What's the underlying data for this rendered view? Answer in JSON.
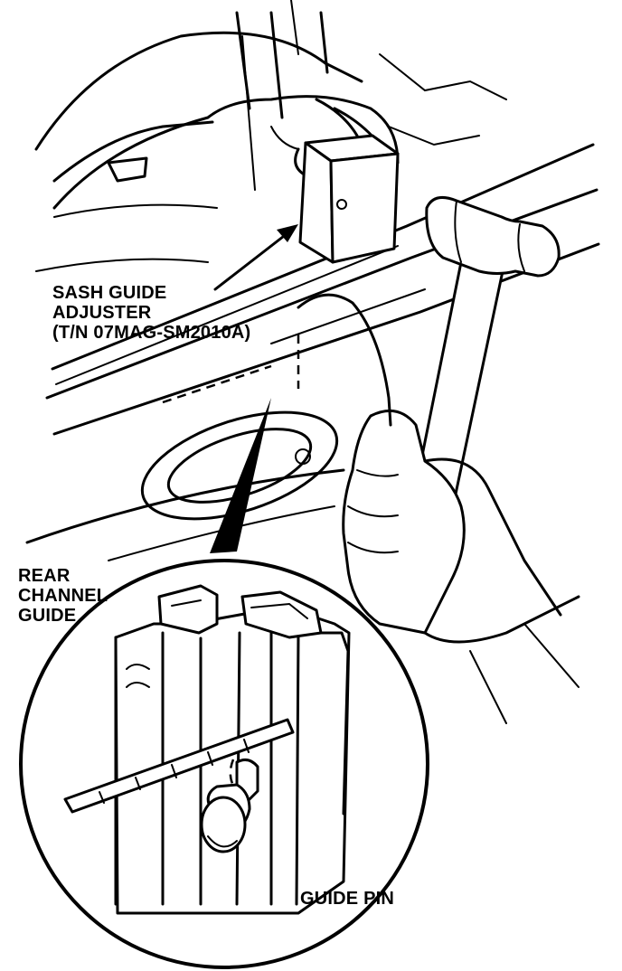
{
  "labels": {
    "sash_guide": [
      "SASH GUIDE",
      "ADJUSTER",
      "(T/N 07MAG-SM2010A)"
    ],
    "rear_channel": [
      "REAR",
      "CHANNEL",
      "GUIDE"
    ],
    "guide_pin": "GUIDE PIN"
  }
}
